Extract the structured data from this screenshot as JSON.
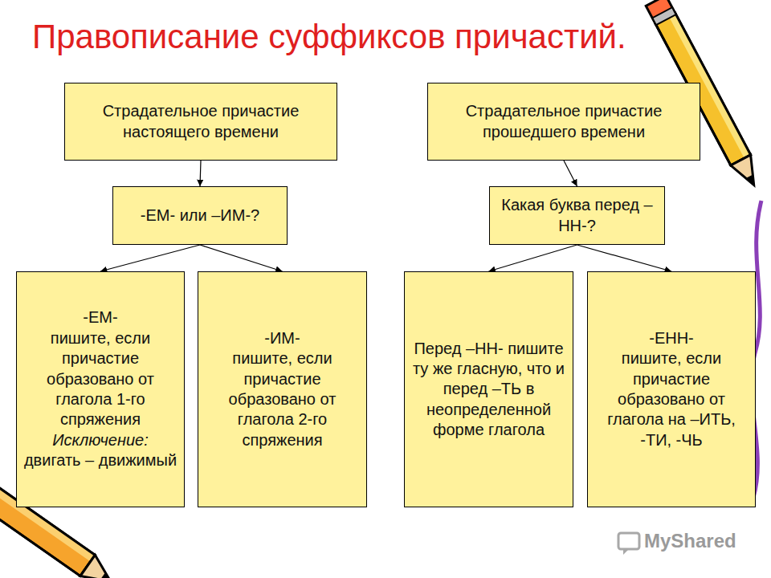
{
  "diagram": {
    "title": "Правописание суффиксов причастий.",
    "nodes": [
      {
        "text": [
          "Страдательное причастие настоящего времени"
        ]
      },
      {
        "text": [
          "Страдательное причастие прошедшего времени"
        ]
      },
      {
        "text": [
          "-ЕМ- или –ИМ-?"
        ]
      },
      {
        "text": [
          "Какая буква перед –НН-?"
        ]
      },
      {
        "text": [
          "-ЕМ-",
          "пишите, если причастие образовано от глагола 1-го спряжения",
          "Исключение:",
          "двигать – движимый"
        ]
      },
      {
        "text": [
          "-ИМ-",
          "пишите, если причастие образовано от глагола 2-го спряжения"
        ]
      },
      {
        "text": [
          "Перед –НН- пишите ту же гласную, что и перед –ТЬ в неопределенной форме глагола"
        ]
      },
      {
        "text": [
          "-ЕНН-",
          "пишите, если причастие образовано от глагола на –ИТЬ, -ТИ, -ЧЬ"
        ]
      }
    ],
    "edges": [
      {
        "from": 0,
        "to": 2,
        "arrow": "to"
      },
      {
        "from": 1,
        "to": 3,
        "arrow": "to"
      },
      {
        "from": 2,
        "to": 4,
        "arrow": "to"
      },
      {
        "from": 2,
        "to": 5,
        "arrow": "to"
      },
      {
        "from": 3,
        "to": 6,
        "arrow": "to"
      },
      {
        "from": 3,
        "to": 7,
        "arrow": "to"
      }
    ],
    "labels": [
      "MyShared"
    ]
  }
}
